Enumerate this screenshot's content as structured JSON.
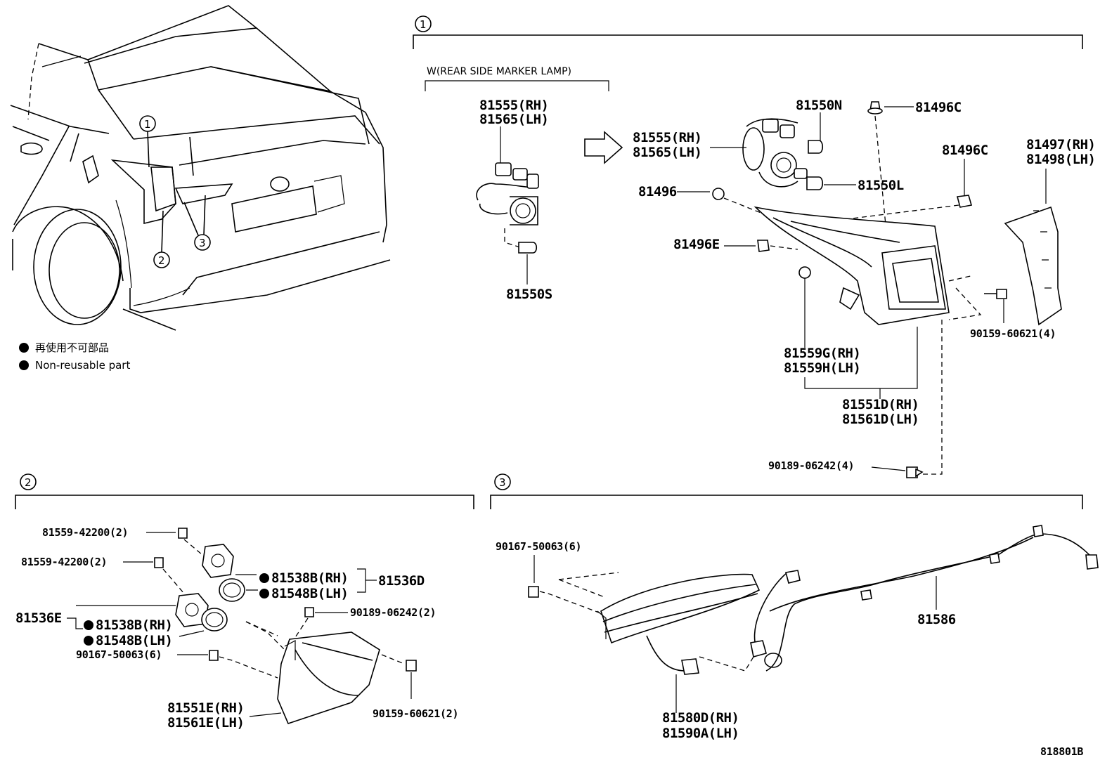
{
  "sections": {
    "s1": "1",
    "s2": "2",
    "s3": "3"
  },
  "legend": {
    "jp": "再使用不可部品",
    "en": "Non-reusable part"
  },
  "section1": {
    "subgroup_title": "W(REAR SIDE MARKER LAMP)",
    "labels": {
      "socket_left": [
        "81555(RH)",
        "81565(LH)"
      ],
      "bulb_left": "81550S",
      "socket_right": [
        "81555(RH)",
        "81565(LH)"
      ],
      "bulb_n": "81550N",
      "bulb_l": "81550L",
      "clip_c_top": "81496C",
      "clip_c_mid": "81496C",
      "clip": "81496",
      "clip_e": "81496E",
      "cover": [
        "81497(RH)",
        "81498(LH)"
      ],
      "screw_right": "90159-60621(4)",
      "gasket": [
        "81559G(RH)",
        "81559H(LH)"
      ],
      "lamp_assy": [
        "81551D(RH)",
        "81561D(LH)"
      ],
      "nut": "90189-06242(4)"
    }
  },
  "section2": {
    "labels": {
      "screw_top": "81559-42200(2)",
      "screw_mid": "81559-42200(2)",
      "socket_d": "81536D",
      "bulb_d_rh": "81538B(RH)",
      "bulb_d_lh": "81548B(LH)",
      "socket_e": "81536E",
      "bulb_e_rh": "81538B(RH)",
      "bulb_e_lh": "81548B(LH)",
      "nut": "90189-06242(2)",
      "screw_left": "90167-50063(6)",
      "lamp": [
        "81551E(RH)",
        "81561E(LH)"
      ],
      "screw_bottom": "90159-60621(2)"
    }
  },
  "section3": {
    "labels": {
      "screw": "90167-50063(6)",
      "wire": "81586",
      "lamp": [
        "81580D(RH)",
        "81590A(LH)"
      ]
    }
  },
  "diagram_id": "818801B"
}
